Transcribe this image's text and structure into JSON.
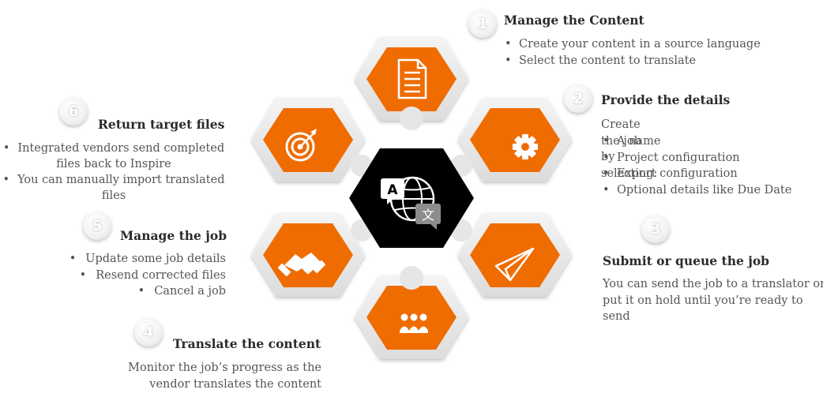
{
  "colors": {
    "orange": "#ef6c00",
    "hexBorder": "#e8e8e8",
    "center": "#000000"
  },
  "center": {
    "icon": "translate-globe-icon",
    "glyph_a": "A",
    "glyph_b": "文"
  },
  "steps": [
    {
      "number": "1",
      "title": "Manage the Content",
      "icon": "document-icon",
      "bullets": [
        "Create your content in a source language",
        "Select the content to translate"
      ]
    },
    {
      "number": "2",
      "title": "Provide the details",
      "icon": "gear-icon",
      "intro": "Create the job by selecting:",
      "bullets": [
        "A name",
        "Project configuration",
        "Export configuration",
        "Optional details like Due Date"
      ]
    },
    {
      "number": "3",
      "title": "Submit or queue the job",
      "icon": "paper-plane-icon",
      "text_lines": [
        "You can send the job to a translator or",
        "put it on hold until you’re ready to",
        "send"
      ]
    },
    {
      "number": "4",
      "title": "Translate the content",
      "icon": "team-icon",
      "text_lines": [
        "Monitor the job’s progress as the",
        "vendor translates the content"
      ]
    },
    {
      "number": "5",
      "title": "Manage the job",
      "icon": "handshake-icon",
      "bullets": [
        "Update some job details",
        "Resend corrected files",
        "Cancel a job"
      ]
    },
    {
      "number": "6",
      "title": "Return target files",
      "icon": "target-icon",
      "bullets": [
        "Integrated vendors send completed",
        "files back to Inspire",
        "You can manually import translated",
        "files"
      ]
    }
  ]
}
